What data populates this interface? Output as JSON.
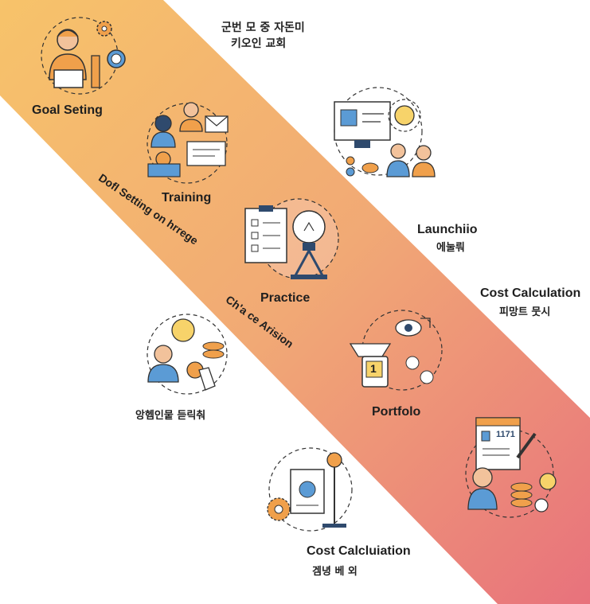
{
  "header": {
    "line1": "군번 모 중 자돈미",
    "line2": "키오인 교회"
  },
  "stages": {
    "goal_setting": "Goal Seting",
    "training": "Training",
    "practice": "Practice",
    "portfolio": "Portfolo",
    "launch": "Launchiio",
    "launch_ko": "에눌뤄",
    "cost_right": "Cost Calculation",
    "cost_right_ko": "피망트 뭇시",
    "cost_bottom": "Cost Calcluiation",
    "cost_bottom_ko": "겜녕 베 외",
    "left_ko": "앙헴인뭍 듣릭춰"
  },
  "diagonal": {
    "text1": "Dofl Setting on hrrege",
    "text2": "Ch'a ce Arision"
  },
  "illustration": {
    "monitor_text": "1171",
    "badge_number": "1"
  },
  "colors": {
    "band_start": "#f6c36a",
    "band_mid": "#f2a870",
    "band_end": "#e8737a",
    "person_blue": "#5b9bd5",
    "accent_orange": "#f0a04b",
    "navy": "#2f4a6d"
  }
}
